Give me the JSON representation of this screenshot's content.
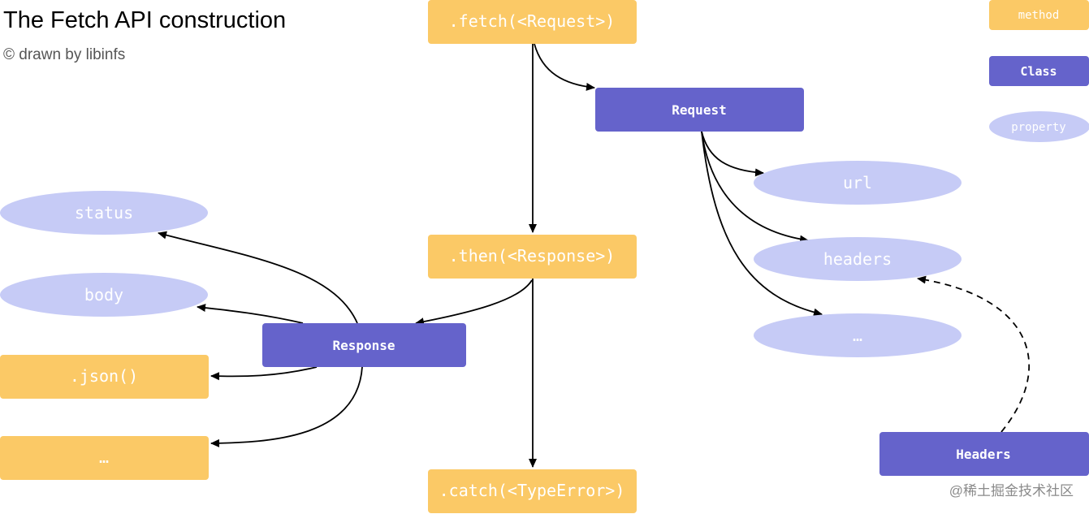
{
  "header": {
    "title": "The Fetch API construction",
    "subtitle": "© drawn by libinfs"
  },
  "legend": {
    "method": "method",
    "class": "Class",
    "property": "property"
  },
  "nodes": {
    "fetch": ".fetch(<Request>)",
    "request": "Request",
    "url": "url",
    "headers_prop": "headers",
    "request_more": "…",
    "then": ".then(<Response>)",
    "response": "Response",
    "status": "status",
    "body": "body",
    "json": ".json()",
    "response_more": "…",
    "catch": ".catch(<TypeError>)",
    "headers_class": "Headers"
  },
  "watermark": "@稀土掘金技术社区",
  "colors": {
    "method": "#fbc966",
    "class": "#6563cb",
    "property": "#c6cbf6",
    "text_on_shape": "#ffffff"
  }
}
